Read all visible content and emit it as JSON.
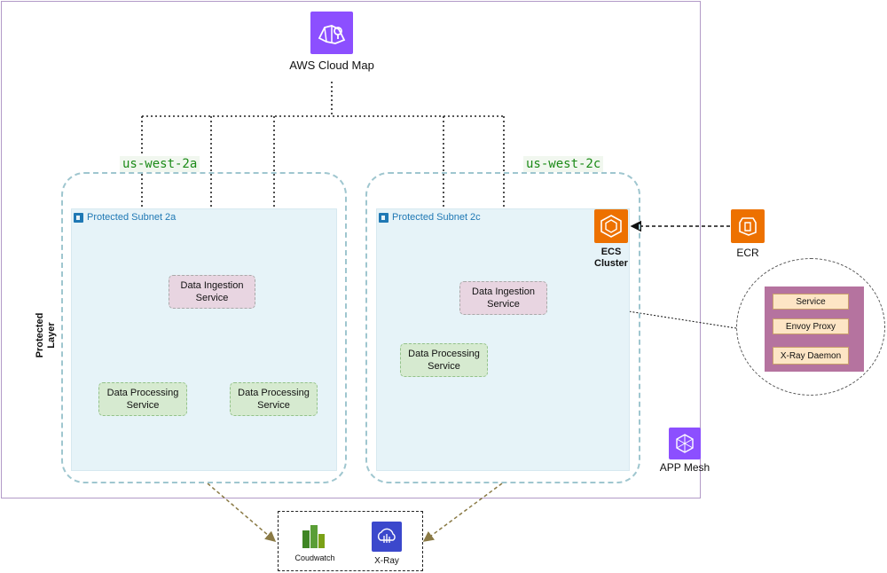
{
  "cloud_map": {
    "label": "AWS Cloud Map",
    "color": "#8c4fff"
  },
  "layer": {
    "line1": "Protected",
    "line2": "Layer"
  },
  "regions": [
    {
      "label": "us-west-2a"
    },
    {
      "label": "us-west-2c"
    }
  ],
  "subnets": [
    {
      "label": "Protected Subnet 2a"
    },
    {
      "label": "Protected Subnet 2c"
    }
  ],
  "services": {
    "ingestion_a": {
      "line1": "Data Ingestion",
      "line2": "Service"
    },
    "processing_a1": {
      "line1": "Data Processing",
      "line2": "Service"
    },
    "processing_a2": {
      "line1": "Data Processing",
      "line2": "Service"
    },
    "ingestion_c": {
      "line1": "Data Ingestion",
      "line2": "Service"
    },
    "processing_c": {
      "line1": "Data Processing",
      "line2": "Service"
    }
  },
  "ecs": {
    "line1": "ECS",
    "line2": "Cluster",
    "color": "#ed7100"
  },
  "ecr": {
    "label": "ECR",
    "color": "#ed7100"
  },
  "task_detail": {
    "items": [
      "Service",
      "Envoy Proxy",
      "X-Ray Daemon"
    ]
  },
  "app_mesh": {
    "label": "APP Mesh",
    "color": "#8c4fff"
  },
  "monitoring": {
    "cloudwatch": {
      "label": "Coudwatch",
      "color": "#3f8624"
    },
    "xray": {
      "label": "X-Ray",
      "color": "#3b48cc"
    }
  }
}
